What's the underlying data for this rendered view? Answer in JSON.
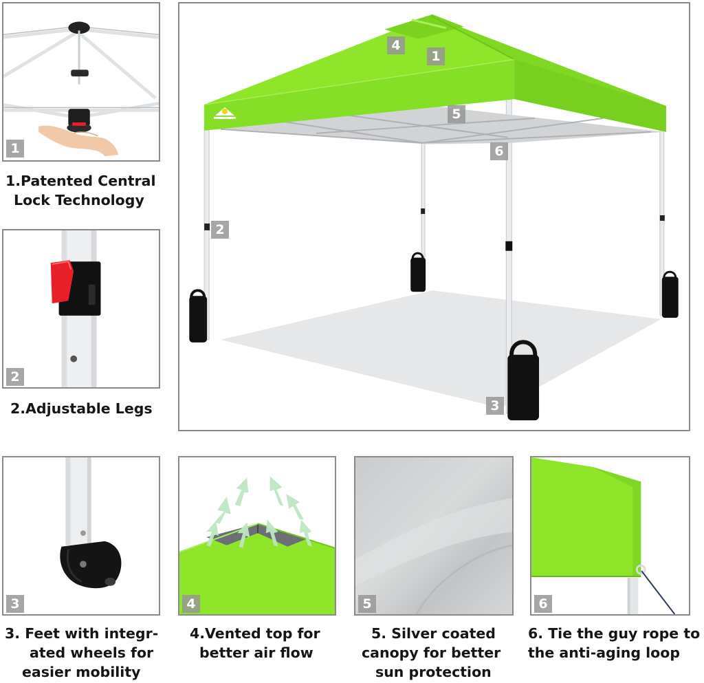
{
  "badges": {
    "b1": "1",
    "b2": "2",
    "b3": "3",
    "b4": "4",
    "b5": "5",
    "b6": "6"
  },
  "captions": {
    "feature1": {
      "line1": "1.Patented Central",
      "line2": "Lock Technology"
    },
    "feature2": {
      "line1": "2.Adjustable Legs"
    },
    "feature3": {
      "line1": "3. Feet with integr-",
      "line2": "ated wheels for",
      "line3": "easier mobility"
    },
    "feature4": {
      "line1": "4.Vented top for",
      "line2": "better air flow"
    },
    "feature5": {
      "line1": "5. Silver coated",
      "line2": "canopy for better",
      "line3": "sun protection"
    },
    "feature6": {
      "line1": "6. Tie the guy rope to",
      "line2": "the anti-aging loop"
    }
  },
  "colors": {
    "canopy_green": "#8ee52a",
    "canopy_dark": "#72c81c",
    "silver": "#cfd1d3",
    "frame": "#f2f3f4",
    "badge": "#969696",
    "lock_red": "#e8202a"
  }
}
